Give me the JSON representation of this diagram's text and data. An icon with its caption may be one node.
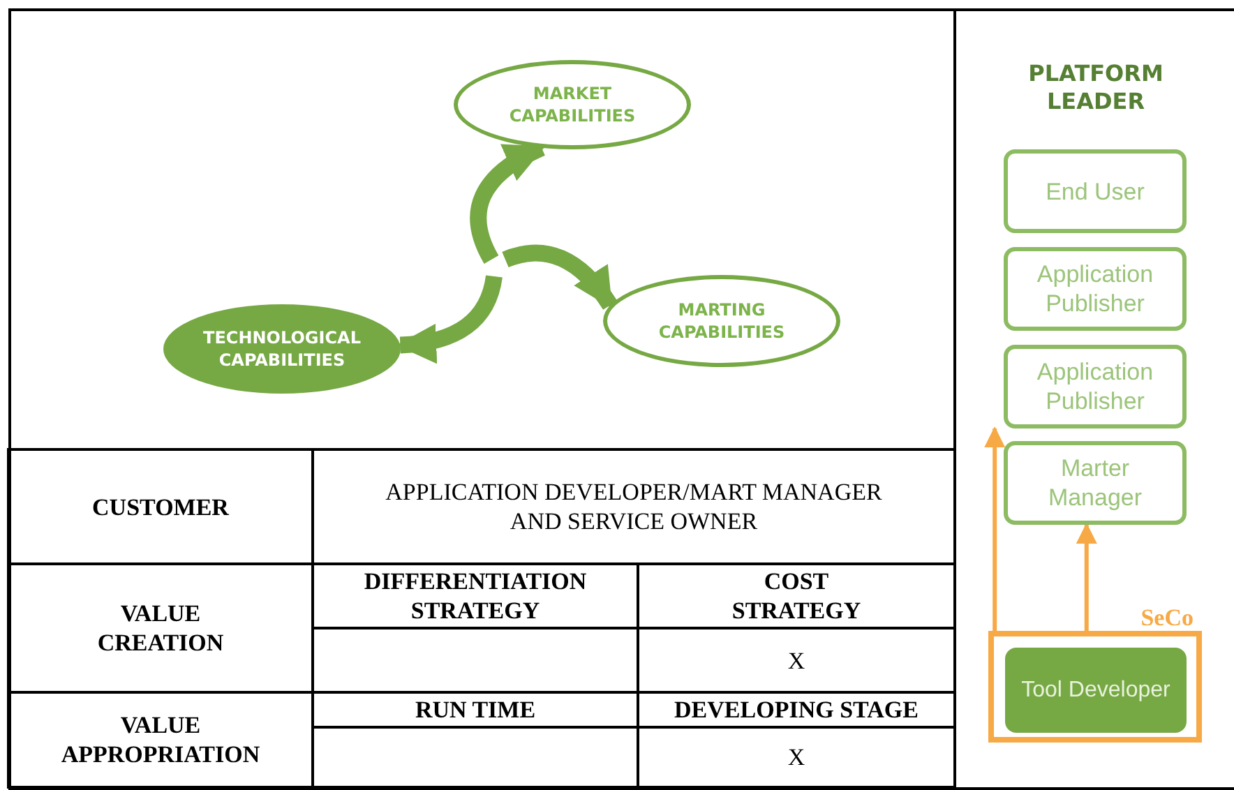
{
  "diagram": {
    "nodes": [
      {
        "text": [
          "MARKET CAPABILITIES"
        ]
      },
      {
        "text": [
          "MARTING CAPABILITIES"
        ]
      },
      {
        "text": [
          "TECHNOLOGICAL CAPABILITIES"
        ]
      },
      {
        "text": [
          "End User"
        ]
      },
      {
        "text": [
          "Application Publisher"
        ]
      },
      {
        "text": [
          "Application Publisher"
        ]
      },
      {
        "text": [
          "Marter Manager"
        ]
      },
      {
        "text": [
          "SeCo"
        ]
      },
      {
        "text": [
          "Tool Developer"
        ],
        "in": 7
      }
    ],
    "edges": [
      {
        "from": null,
        "to": 0,
        "arrow": "to",
        "color": "#76a844"
      },
      {
        "from": null,
        "to": 1,
        "arrow": "to",
        "color": "#76a844"
      },
      {
        "from": null,
        "to": 2,
        "arrow": "to",
        "color": "#76a844"
      },
      {
        "from": 7,
        "to": 5,
        "arrow": "to",
        "color": "#f7a945"
      },
      {
        "from": 7,
        "to": 6,
        "arrow": "to",
        "color": "#f7a945"
      }
    ],
    "labels": [
      "PLATFORM LEADER",
      "CUSTOMER",
      "APPLICATION DEVELOPER/MART MANAGER AND SERVICE OWNER",
      "VALUE CREATION",
      "DIFFERENTIATION STRATEGY",
      "COST STRATEGY",
      "X",
      "VALUE APPROPRIATION",
      "RUN TIME",
      "DEVELOPING STAGE",
      "X"
    ]
  }
}
